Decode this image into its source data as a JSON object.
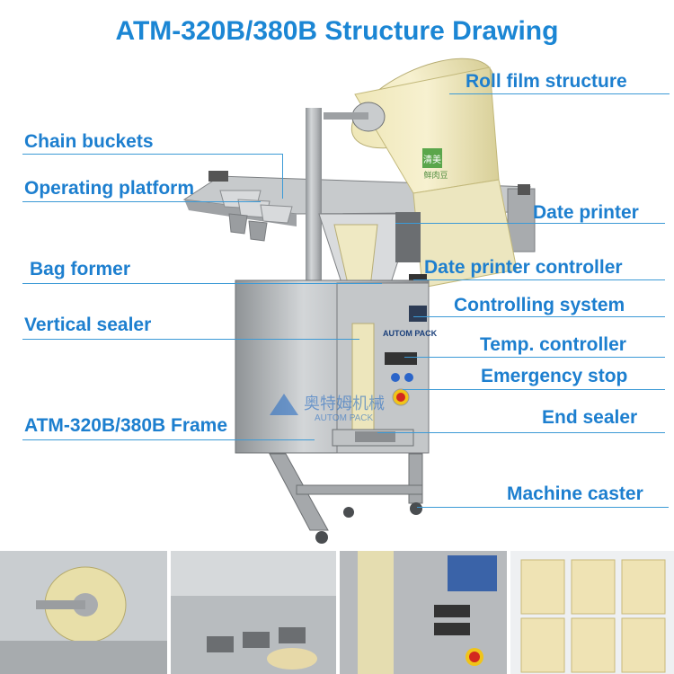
{
  "title": "ATM-320B/380B Structure Drawing",
  "labels": {
    "roll_film": "Roll film structure",
    "chain_buckets": "Chain buckets",
    "operating_platform": "Operating platform",
    "date_printer": "Date printer",
    "bag_former": "Bag former",
    "date_printer_controller": "Date printer controller",
    "controlling_system": "Controlling system",
    "vertical_sealer": "Vertical sealer",
    "temp_controller": "Temp. controller",
    "emergency_stop": "Emergency stop",
    "frame": "ATM-320B/380B Frame",
    "end_sealer": "End sealer",
    "machine_caster": "Machine caster"
  },
  "brand": {
    "name": "AUTOM PACK",
    "chinese": "奥特姆机械",
    "film_print": "清美",
    "film_print_sub": "鲜肉豆"
  },
  "colors": {
    "accent": "#1d7fcf",
    "line": "#3c9ad6",
    "steel": "#b9bcbf",
    "film": "#e6e0b4"
  }
}
